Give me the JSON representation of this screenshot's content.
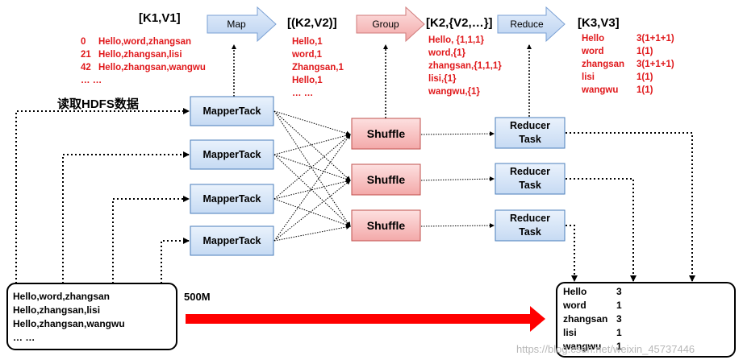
{
  "headers": {
    "k1v1": "[K1,V1]",
    "k2v2": "[(K2,V2)]",
    "k2list": "[K2,{V2,…}]",
    "k3v3": "[K3,V3]"
  },
  "stage_arrows": {
    "map": "Map",
    "group": "Group",
    "reduce": "Reduce"
  },
  "input_records": [
    {
      "key": "0",
      "value": "Hello,word,zhangsan"
    },
    {
      "key": "21",
      "value": "Hello,zhangsan,lisi"
    },
    {
      "key": "42",
      "value": "Hello,zhangsan,wangwu"
    },
    {
      "key": "… …",
      "value": ""
    }
  ],
  "map_output": [
    "Hello,1",
    "word,1",
    "Zhangsan,1",
    "Hello,1",
    "… …"
  ],
  "group_output": [
    "Hello, {1,1,1}",
    "word,{1}",
    "zhangsan,{1,1,1}",
    "lisi,{1}",
    "wangwu,{1}"
  ],
  "reduce_output": [
    {
      "word": "Hello",
      "count": "3(1+1+1)"
    },
    {
      "word": "word",
      "count": "1(1)"
    },
    {
      "word": "zhangsan",
      "count": "3(1+1+1)"
    },
    {
      "word": "lisi",
      "count": "1(1)"
    },
    {
      "word": "wangwu",
      "count": "1(1)"
    }
  ],
  "read_label": "读取HDFS数据",
  "mappers": [
    "MapperTack",
    "MapperTack",
    "MapperTack",
    "MapperTack"
  ],
  "shuffles": [
    "Shuffle",
    "Shuffle",
    "Shuffle"
  ],
  "reducers": [
    "Reducer\nTask",
    "Reducer\nTask",
    "Reducer\nTask"
  ],
  "source_lines": [
    "Hello,word,zhangsan",
    "Hello,zhangsan,lisi",
    "Hello,zhangsan,wangwu",
    "… …"
  ],
  "size_label": "500M",
  "result_rows": [
    {
      "word": "Hello",
      "count": "3"
    },
    {
      "word": "word",
      "count": "1"
    },
    {
      "word": "zhangsan",
      "count": "3"
    },
    {
      "word": "lisi",
      "count": "1"
    },
    {
      "word": "wangwu",
      "count": "1"
    }
  ],
  "watermark": "https://blog.csdn.net/weixin_45737446",
  "colors": {
    "mapper_fill": "#dbe8f7",
    "mapper_stroke": "#4a7ebb",
    "shuffle_fill": "#f7c5c5",
    "shuffle_stroke": "#c0504d",
    "highlight_red": "#e0181b",
    "big_arrow": "#ff0000"
  }
}
